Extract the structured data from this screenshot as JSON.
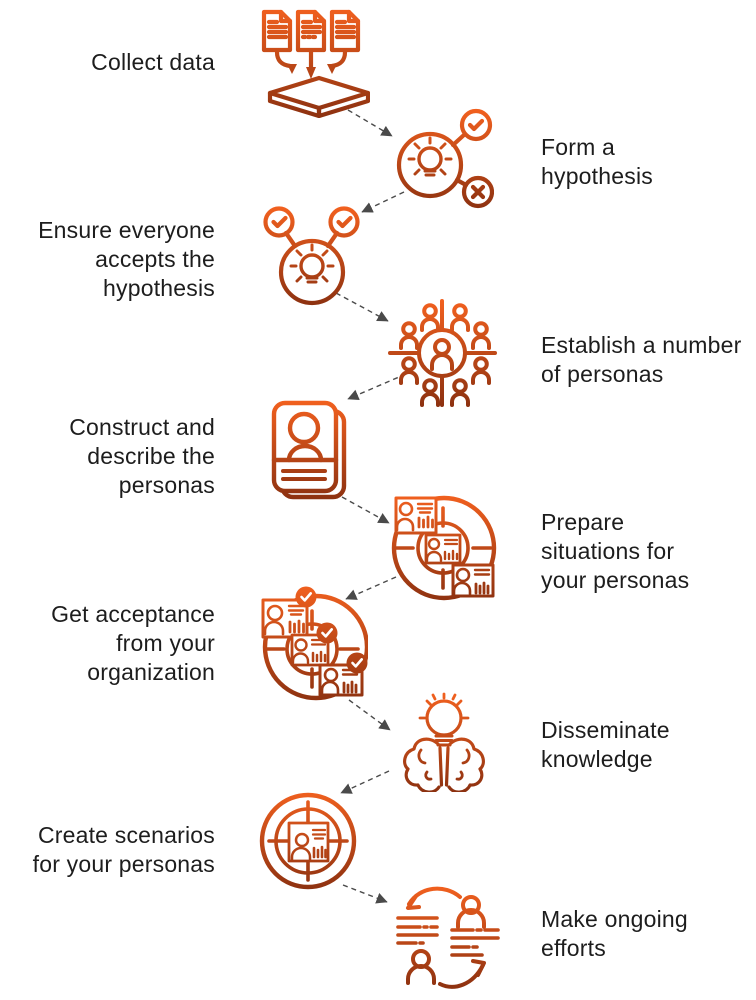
{
  "diagram": {
    "type": "process-flow",
    "description": "Ten-step persona method flow, zig-zag layout with dashed connector arrows",
    "colors": {
      "accent_top": "#F3611F",
      "accent_bottom": "#8C3110",
      "text": "#1D1D1D",
      "arrow": "#4A4A4A",
      "background": "#FFFFFF"
    },
    "steps": [
      {
        "label": "Collect data",
        "side": "left",
        "icon": "collect-data-icon"
      },
      {
        "label": "Form a\nhypothesis",
        "side": "right",
        "icon": "hypothesis-check-icon"
      },
      {
        "label": "Ensure everyone\naccepts the\nhypothesis",
        "side": "left",
        "icon": "accept-hypothesis-icon"
      },
      {
        "label": "Establish a number\nof personas",
        "side": "right",
        "icon": "personas-group-icon"
      },
      {
        "label": "Construct and\ndescribe the\npersonas",
        "side": "left",
        "icon": "persona-cards-icon"
      },
      {
        "label": "Prepare\nsituations for\nyour personas",
        "side": "right",
        "icon": "situations-target-icon"
      },
      {
        "label": "Get acceptance\nfrom your\norganization",
        "side": "left",
        "icon": "acceptance-target-icon"
      },
      {
        "label": "Disseminate\nknowledge",
        "side": "right",
        "icon": "brain-bulb-icon"
      },
      {
        "label": "Create scenarios\nfor your personas",
        "side": "left",
        "icon": "scenario-target-icon"
      },
      {
        "label": "Make ongoing\nefforts",
        "side": "right",
        "icon": "ongoing-cycle-icon"
      }
    ]
  }
}
